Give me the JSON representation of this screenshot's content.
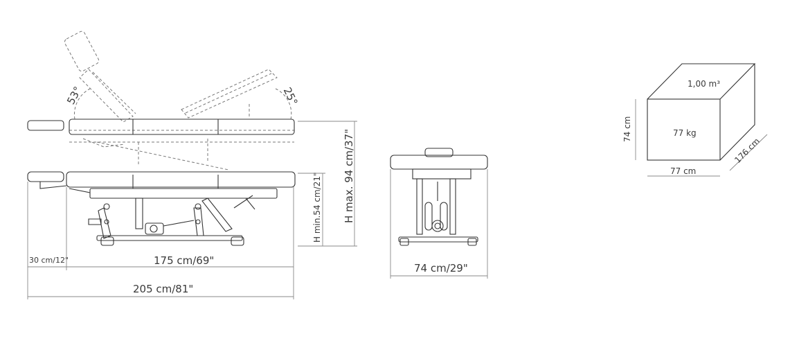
{
  "colors": {
    "outline": "#333333",
    "ghost": "#777777",
    "dimension": "#888888",
    "text": "#3a3a3a"
  },
  "table": {
    "angle_backrest": "53°",
    "angle_legrest": "25°",
    "height_max": "H max. 94 cm/37\"",
    "height_min": "H min.54 cm/21\"",
    "headrest_length": "30 cm/12\"",
    "body_length": "175 cm/69\"",
    "total_length": "205 cm/81\"",
    "width": "74 cm/29\""
  },
  "package": {
    "volume": "1,00 m³",
    "weight": "77 kg",
    "height": "74 cm",
    "width": "77 cm",
    "depth": "176 cm"
  }
}
